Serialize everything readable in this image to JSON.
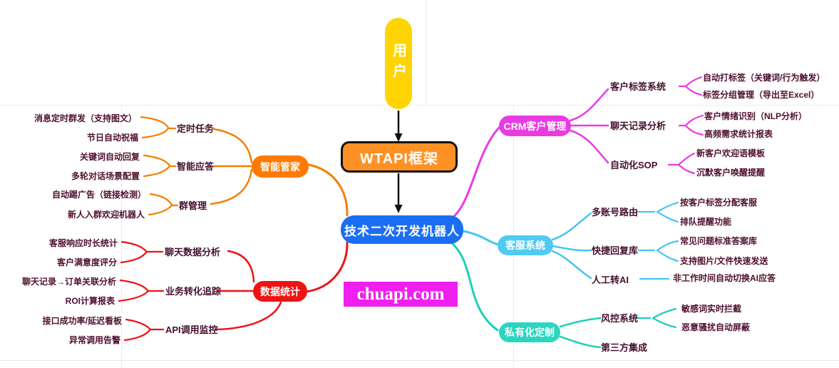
{
  "center": {
    "user": "用户",
    "framework": "WTAPI框架",
    "root": "技术二次开发机器人",
    "watermark": "chuapi.com"
  },
  "left": {
    "smart": {
      "label": "智能管家",
      "children": [
        {
          "label": "定时任务",
          "leaves": [
            "消息定时群发（支持图文）",
            "节日自动祝福"
          ]
        },
        {
          "label": "智能应答",
          "leaves": [
            "关键词自动回复",
            "多轮对话场景配置"
          ]
        },
        {
          "label": "群管理",
          "leaves": [
            "自动踢广告（链接检测）",
            "新人入群欢迎机器人"
          ]
        }
      ]
    },
    "stats": {
      "label": "数据统计",
      "children": [
        {
          "label": "聊天数据分析",
          "leaves": [
            "客服响应时长统计",
            "客户满意度评分"
          ]
        },
        {
          "label": "业务转化追踪",
          "leaves": [
            "聊天记录→订单关联分析",
            "ROI计算报表"
          ]
        },
        {
          "label": "API调用监控",
          "leaves": [
            "接口成功率/延迟看板",
            "异常调用告警"
          ]
        }
      ]
    }
  },
  "right": {
    "crm": {
      "label": "CRM客户管理",
      "children": [
        {
          "label": "客户标签系统",
          "leaves": [
            "自动打标签（关键词/行为触发）",
            "标签分组管理（导出至Excel）"
          ]
        },
        {
          "label": "聊天记录分析",
          "leaves": [
            "客户情绪识别（NLP分析）",
            "高频需求统计报表"
          ]
        },
        {
          "label": "自动化SOP",
          "leaves": [
            "新客户欢迎语模板",
            "沉默客户唤醒提醒"
          ]
        }
      ]
    },
    "service": {
      "label": "客服系统",
      "children": [
        {
          "label": "多账号路由",
          "leaves": [
            "按客户标签分配客服",
            "排队提醒功能"
          ]
        },
        {
          "label": "快捷回复库",
          "leaves": [
            "常见问题标准答案库",
            "支持图片/文件快速发送"
          ]
        },
        {
          "label": "人工转AI",
          "leaves": [
            "非工作时间自动切换AI应答"
          ]
        }
      ]
    },
    "custom": {
      "label": "私有化定制",
      "children": [
        {
          "label": "风控系统",
          "leaves": [
            "敏感词实时拦截",
            "恶意骚扰自动屏蔽"
          ]
        },
        {
          "label": "第三方集成",
          "leaves": []
        }
      ]
    }
  },
  "colors": {
    "user_node": "#FFD400",
    "framework_node": "#FF9124",
    "framework_border": "#111111",
    "root_node": "#1B6EF3",
    "watermark_bg": "#EF1FEF",
    "branch_smart": "#FF7A00",
    "branch_stats": "#EE1313",
    "branch_crm": "#E93BE2",
    "branch_service": "#4FCBF2",
    "branch_custom": "#2BD5C0",
    "leaf_text": "#4F102F",
    "arrow": "#111111"
  }
}
